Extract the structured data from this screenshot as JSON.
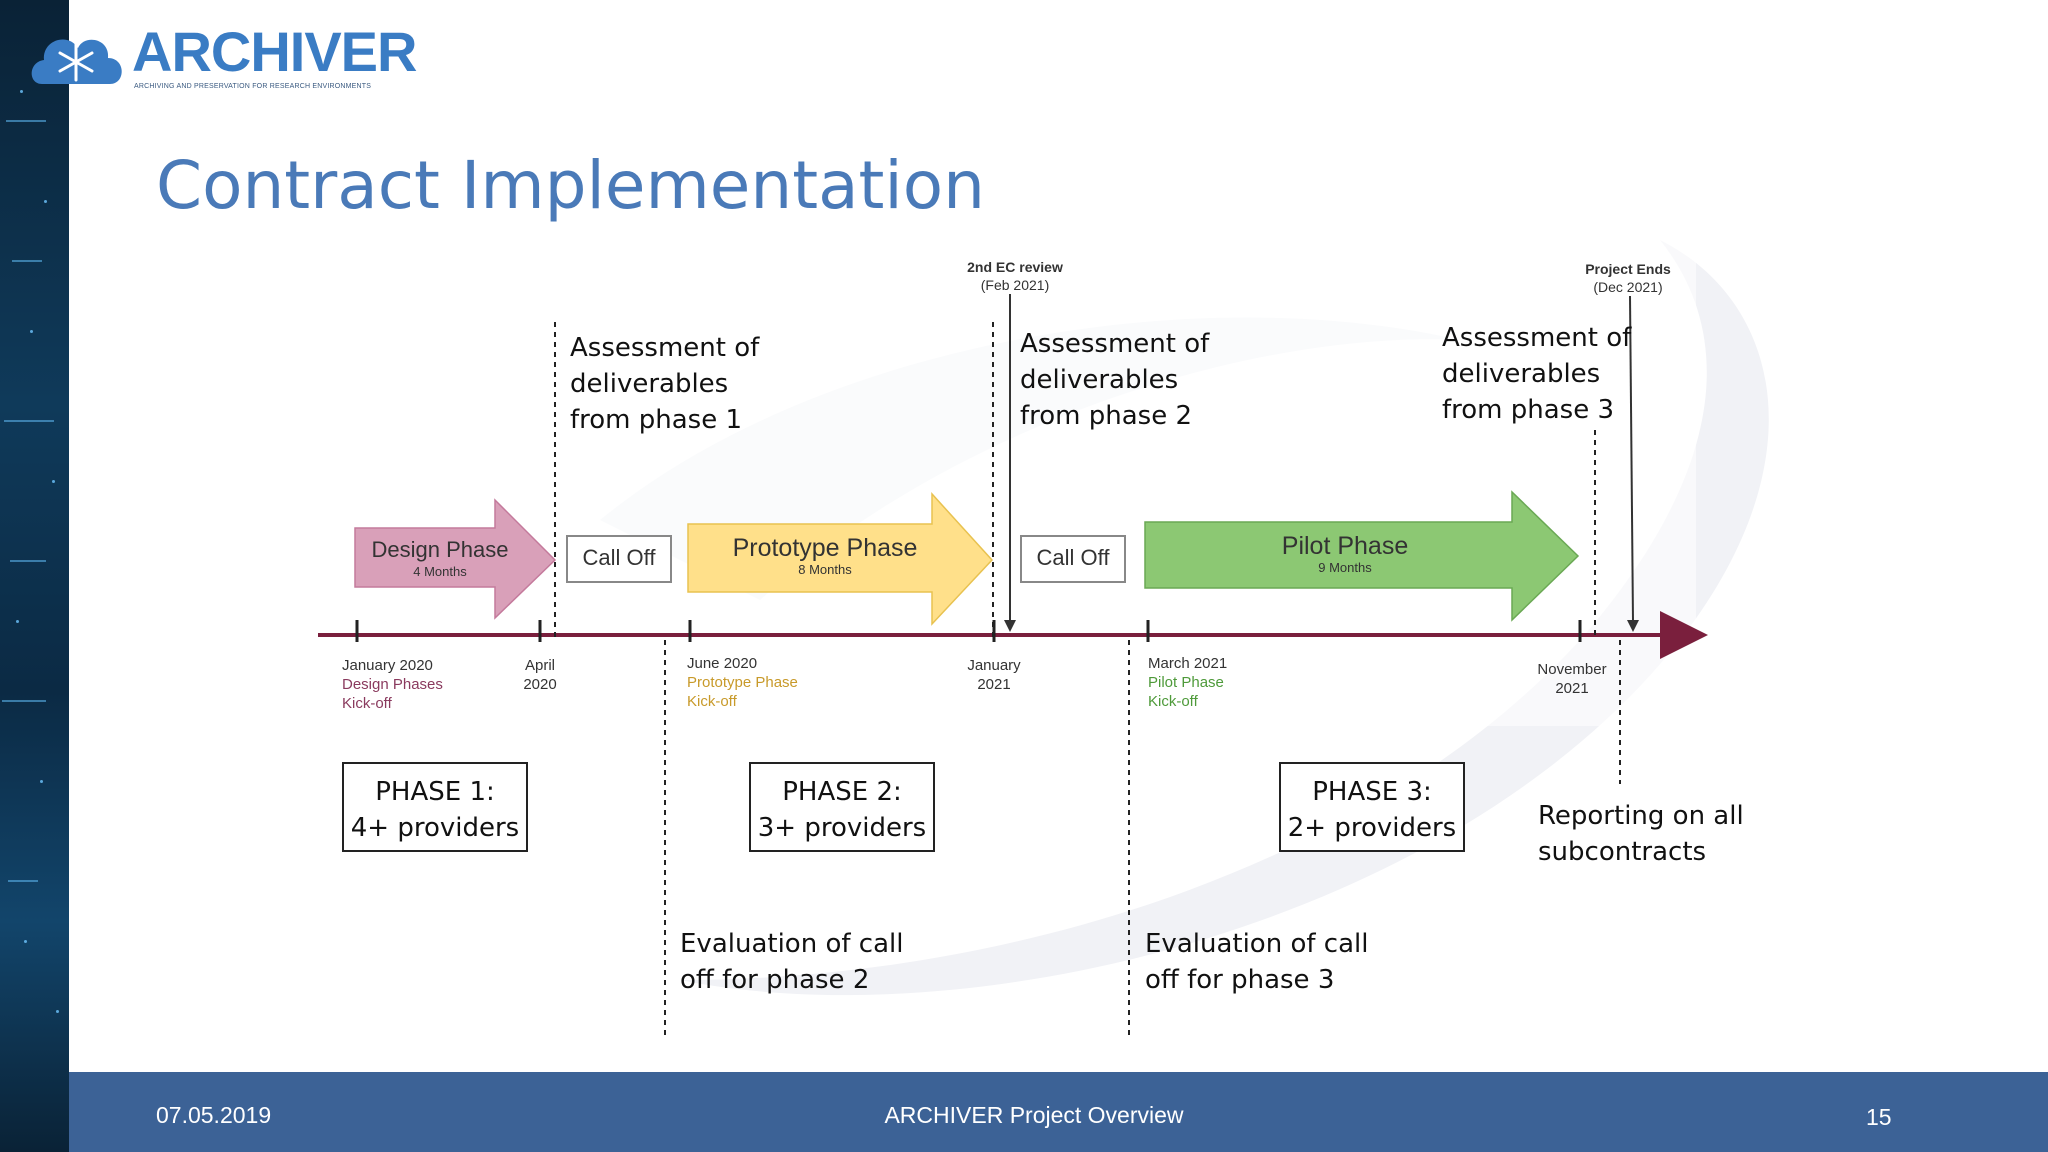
{
  "slide": {
    "title": "Contract Implementation",
    "logo": {
      "name": "ARCHIVER",
      "tagline": "ARCHIVING AND PRESERVATION FOR RESEARCH ENVIRONMENTS",
      "accent": "#3a7cc4"
    },
    "footer": {
      "date": "07.05.2019",
      "title": "ARCHIVER Project Overview",
      "page": "15",
      "color": "#3c6296"
    }
  },
  "timeline": {
    "axis_color": "#7a1f3d",
    "phases": [
      {
        "name": "Design Phase",
        "duration": "4 Months",
        "color": "#d9a0b9"
      },
      {
        "name": "Prototype Phase",
        "duration": "8 Months",
        "color": "#ffe08a"
      },
      {
        "name": "Pilot Phase",
        "duration": "9 Months",
        "color": "#8cc873"
      }
    ],
    "call_offs": [
      "Call Off",
      "Call Off"
    ],
    "ticks": [
      {
        "label": "January 2020\nDesign Phases\nKick-off",
        "color": "#8a3a5e"
      },
      {
        "label": "April\n2020",
        "color": "#333333"
      },
      {
        "label": "June 2020\nPrototype Phase\nKick-off",
        "color": "#c89a2a"
      },
      {
        "label": "January\n2021",
        "color": "#333333"
      },
      {
        "label": "March 2021\nPilot Phase\nKick-off",
        "color": "#4e9a3a"
      },
      {
        "label": "November\n2021",
        "color": "#333333"
      }
    ],
    "milestones": [
      {
        "title": "2nd EC review",
        "date": "(Feb 2021)"
      },
      {
        "title": "Project Ends",
        "date": "(Dec 2021)"
      }
    ]
  },
  "annotations": {
    "assessments": [
      "Assessment of\ndeliverables\nfrom phase 1",
      "Assessment of\ndeliverables\nfrom phase 2",
      "Assessment of\ndeliverables\nfrom phase 3"
    ],
    "phase_boxes": [
      "PHASE 1:\n4+ providers",
      "PHASE 2:\n3+ providers",
      "PHASE 3:\n2+ providers"
    ],
    "evaluations": [
      "Evaluation of call\noff for phase 2",
      "Evaluation of call\noff for phase 3"
    ],
    "reporting": "Reporting on all\nsubcontracts"
  }
}
